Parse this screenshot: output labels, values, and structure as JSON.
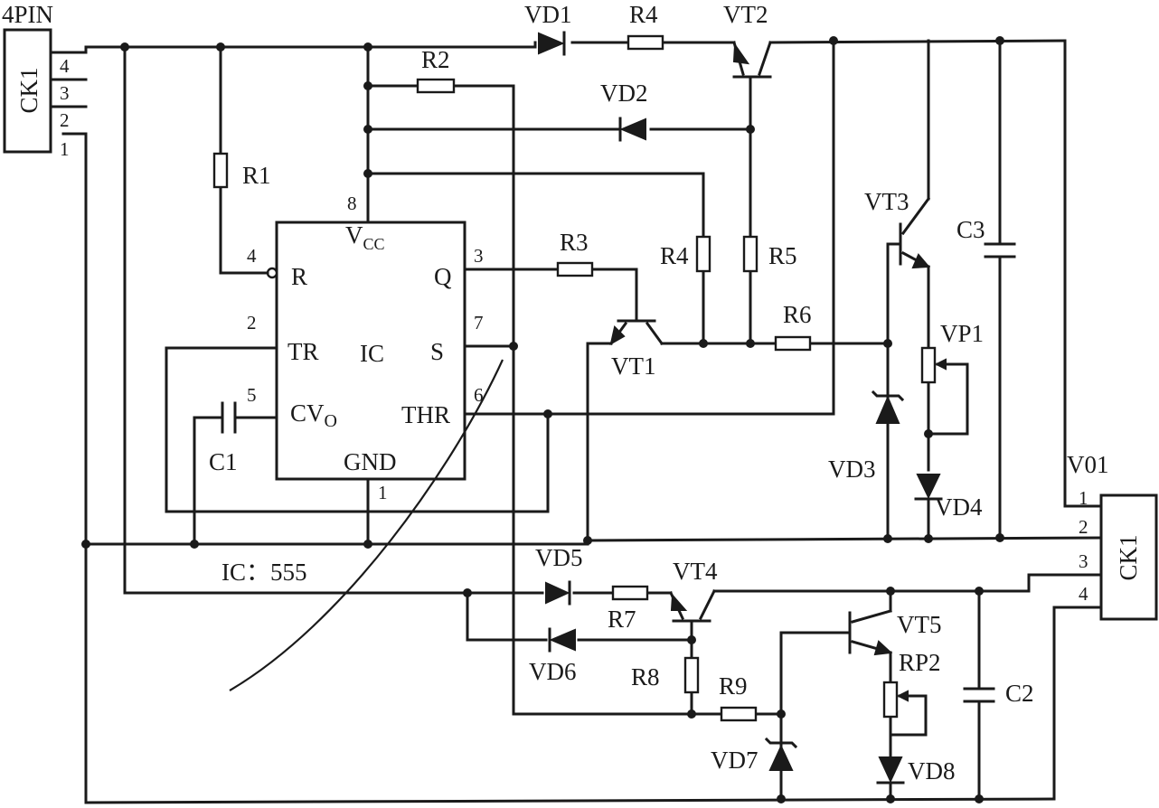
{
  "components": {
    "ck1_left": {
      "name": "CK1",
      "tag": "4PIN",
      "pins": [
        "4",
        "3",
        "2",
        "1"
      ]
    },
    "ck1_right": {
      "name": "CK1",
      "tag": "V01",
      "pins": [
        "1",
        "2",
        "3",
        "4"
      ]
    },
    "ic": {
      "name": "IC",
      "vcc": "V",
      "vcc_sub": "CC",
      "r": "R",
      "q": "Q",
      "tr": "TR",
      "s": "S",
      "cv": "CV",
      "cv_sub": "O",
      "thr": "THR",
      "gnd": "GND",
      "pins": {
        "p8": "8",
        "p4": "4",
        "p3": "3",
        "p2": "2",
        "p7": "7",
        "p5": "5",
        "p6": "6",
        "p1": "1"
      },
      "type_label": "IC：555"
    },
    "labels": {
      "vd1": "VD1",
      "vd2": "VD2",
      "vd3": "VD3",
      "vd4": "VD4",
      "vd5": "VD5",
      "vd6": "VD6",
      "vd7": "VD7",
      "vd8": "VD8",
      "r1": "R1",
      "r2": "R2",
      "r3": "R3",
      "r4_top": "R4",
      "r4": "R4",
      "r5": "R5",
      "r6": "R6",
      "r7": "R7",
      "r8": "R8",
      "r9": "R9",
      "vt1": "VT1",
      "vt2": "VT2",
      "vt3": "VT3",
      "vt4": "VT4",
      "vt5": "VT5",
      "c1": "C1",
      "c2": "C2",
      "c3": "C3",
      "vp1": "VP1",
      "rp2": "RP2"
    }
  },
  "colors": {
    "ink": "#1a1a1a",
    "background": "#ffffff"
  }
}
